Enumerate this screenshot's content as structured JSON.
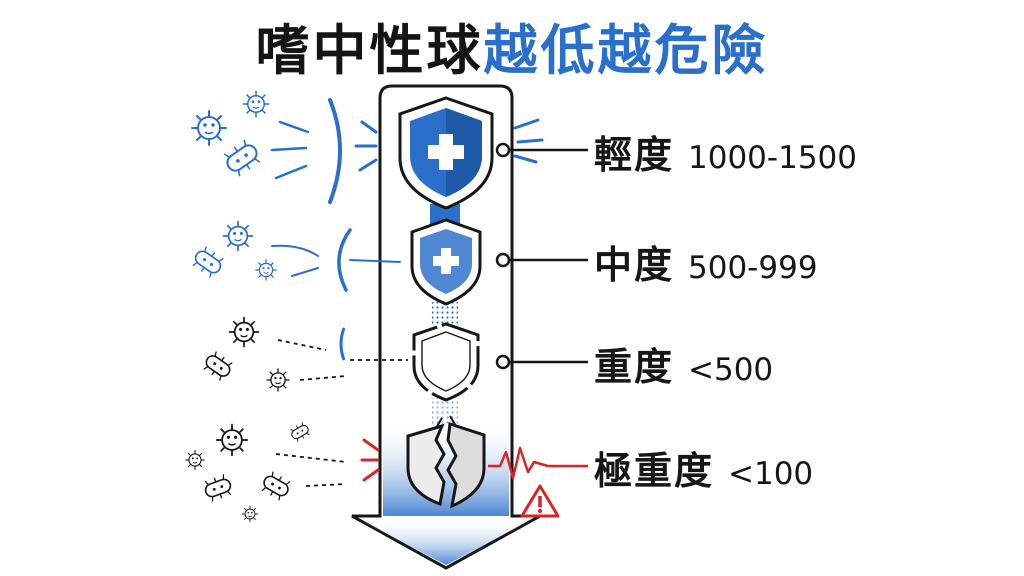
{
  "title": {
    "part1": "嗜中性球",
    "part2": "越低越危險"
  },
  "colors": {
    "blue": "#2a6fc9",
    "dark": "#161616",
    "red": "#d7262a"
  },
  "levels": [
    {
      "name": "輕度",
      "range": "1000-1500",
      "shield": "shield-plus-icon"
    },
    {
      "name": "中度",
      "range": "500-999",
      "shield": "shield-plus-icon"
    },
    {
      "name": "重度",
      "range": "<500",
      "shield": "shield-cracked-icon"
    },
    {
      "name": "極重度",
      "range": "<100",
      "shield": "shield-broken-icon"
    }
  ],
  "icons": {
    "germ": "germ-icon",
    "warning": "warning-icon",
    "heartbeat": "heartbeat-icon"
  }
}
